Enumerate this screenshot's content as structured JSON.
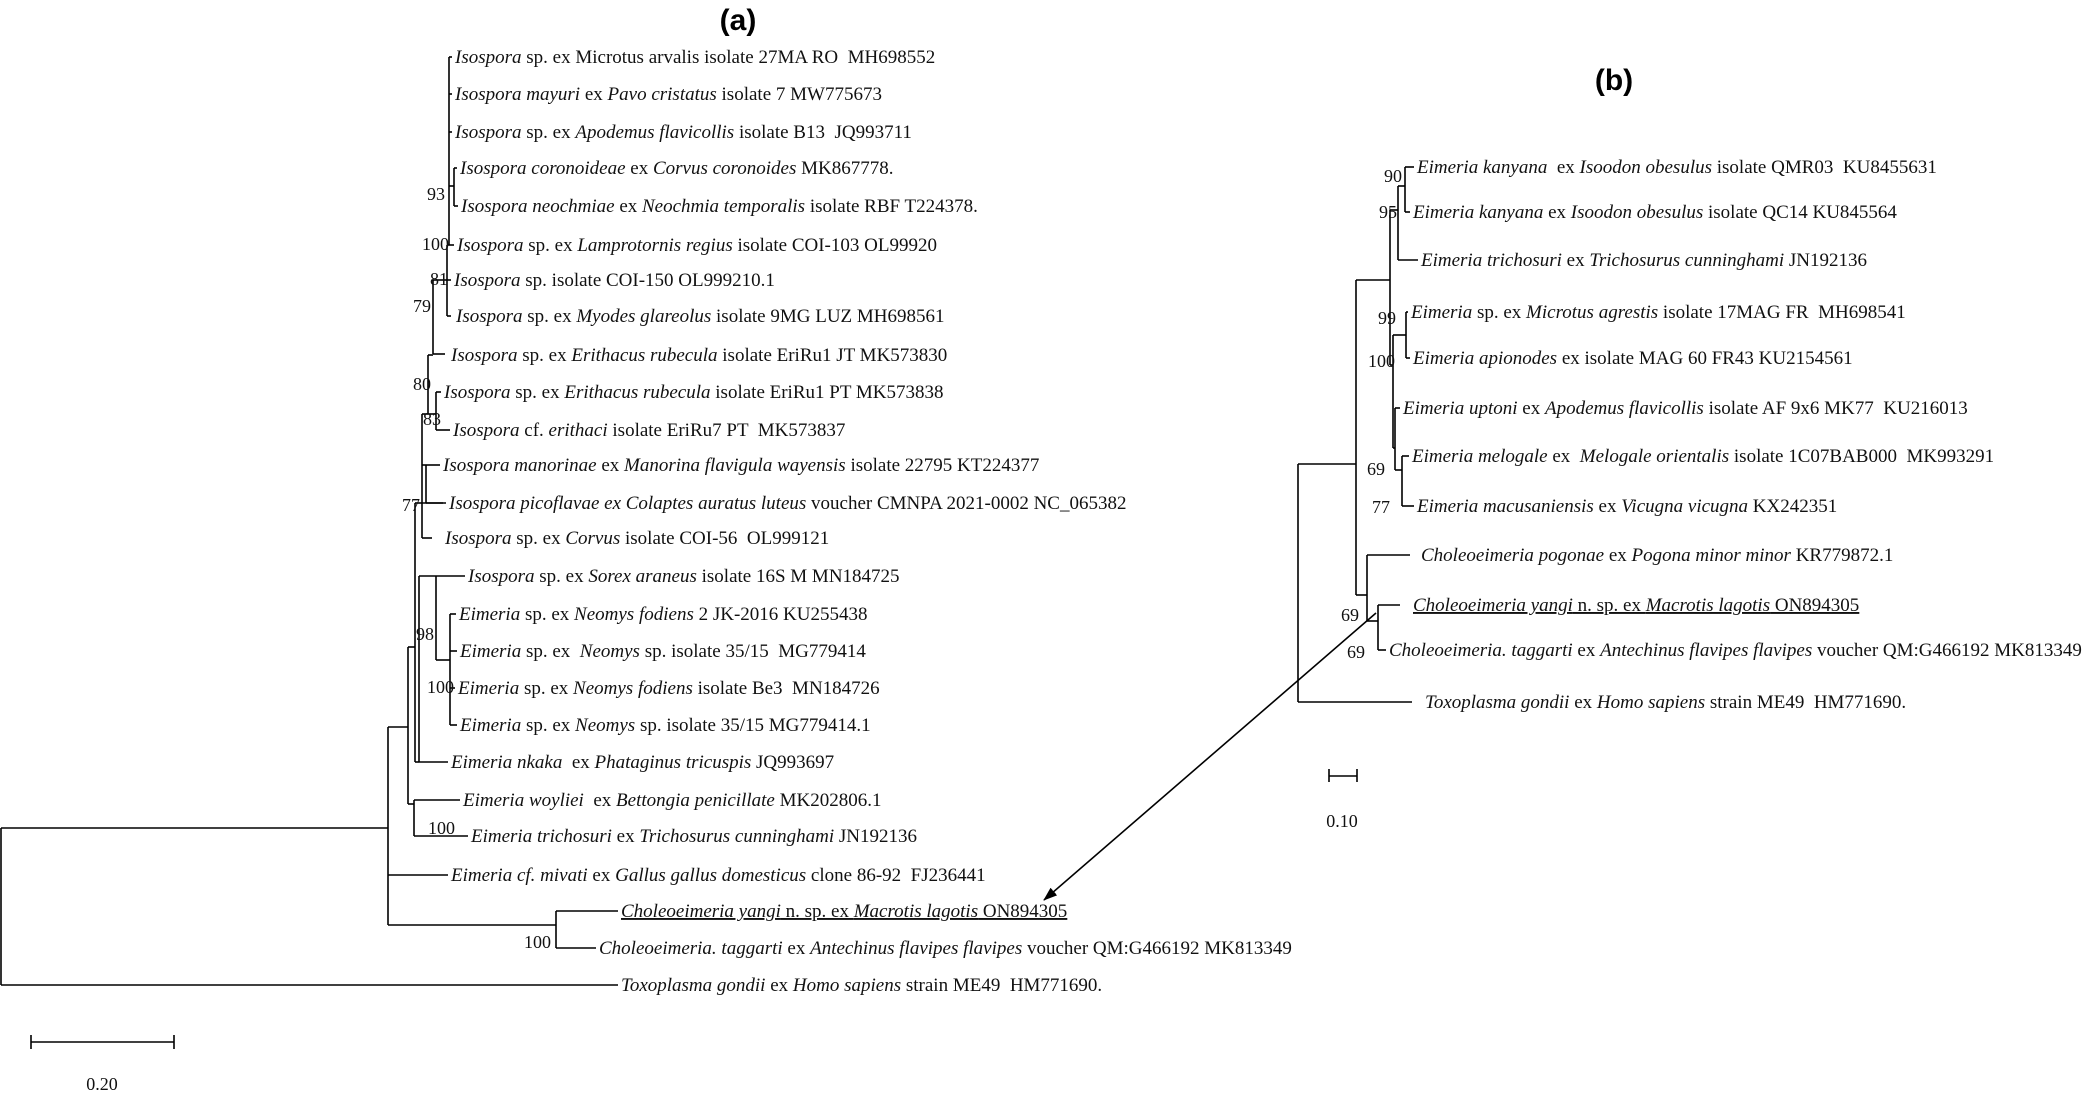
{
  "panels": {
    "a": {
      "label": "(a)",
      "scale_bar_label": "0.20",
      "taxa": [
        {
          "id": "a-isospora-microtus",
          "parts": [
            [
              "Isospora",
              true
            ],
            [
              " sp. ex Microtus arvalis isolate 27MA RO  MH698552",
              false
            ]
          ]
        },
        {
          "id": "a-isospora-mayuri",
          "parts": [
            [
              "Isospora mayuri",
              true
            ],
            [
              " ex ",
              false
            ],
            [
              "Pavo cristatus",
              true
            ],
            [
              " isolate 7 MW775673",
              false
            ]
          ]
        },
        {
          "id": "a-isospora-apodemus",
          "parts": [
            [
              "Isospora",
              true
            ],
            [
              " sp. ex ",
              false
            ],
            [
              "Apodemus flavicollis",
              true
            ],
            [
              " isolate B13  JQ993711",
              false
            ]
          ]
        },
        {
          "id": "a-isospora-coronoideae",
          "parts": [
            [
              "Isospora coronoideae",
              true
            ],
            [
              " ex ",
              false
            ],
            [
              "Corvus coronoides",
              true
            ],
            [
              " MK867778.",
              false
            ]
          ]
        },
        {
          "id": "a-isospora-neochmiae",
          "parts": [
            [
              "Isospora neochmiae",
              true
            ],
            [
              " ex ",
              false
            ],
            [
              "Neochmia temporalis",
              true
            ],
            [
              " isolate RBF T224378.",
              false
            ]
          ]
        },
        {
          "id": "a-isospora-lamprotornis",
          "parts": [
            [
              "Isospora",
              true
            ],
            [
              " sp. ex ",
              false
            ],
            [
              "Lamprotornis regius",
              true
            ],
            [
              " isolate COI-103 OL99920",
              false
            ]
          ]
        },
        {
          "id": "a-isospora-coi150",
          "parts": [
            [
              "Isospora",
              true
            ],
            [
              " sp. isolate COI-150 OL999210.1",
              false
            ]
          ]
        },
        {
          "id": "a-isospora-myodes",
          "parts": [
            [
              "Isospora",
              true
            ],
            [
              " sp. ex ",
              false
            ],
            [
              "Myodes glareolus",
              true
            ],
            [
              " isolate 9MG LUZ MH698561",
              false
            ]
          ]
        },
        {
          "id": "a-isospora-eriru1jt",
          "parts": [
            [
              "Isospora",
              true
            ],
            [
              " sp. ex ",
              false
            ],
            [
              "Erithacus rubecula",
              true
            ],
            [
              " isolate EriRu1 JT MK573830",
              false
            ]
          ]
        },
        {
          "id": "a-isospora-eriru1pt",
          "parts": [
            [
              "Isospora",
              true
            ],
            [
              " sp. ex ",
              false
            ],
            [
              "Erithacus rubecula",
              true
            ],
            [
              " isolate EriRu1 PT MK573838",
              false
            ]
          ]
        },
        {
          "id": "a-isospora-erithaci",
          "parts": [
            [
              "Isospora",
              true
            ],
            [
              " cf. ",
              false
            ],
            [
              "erithaci",
              true
            ],
            [
              " isolate EriRu7 PT  MK573837",
              false
            ]
          ]
        },
        {
          "id": "a-isospora-manorinae",
          "parts": [
            [
              "Isospora manorinae",
              true
            ],
            [
              " ex ",
              false
            ],
            [
              "Manorina flavigula wayensis",
              true
            ],
            [
              " isolate 22795 KT224377",
              false
            ]
          ]
        },
        {
          "id": "a-isospora-picoflavae",
          "parts": [
            [
              "Isospora picoflavae ex Colaptes auratus luteus",
              true
            ],
            [
              " voucher CMNPA 2021-0002 NC_065382",
              false
            ]
          ]
        },
        {
          "id": "a-isospora-corvus",
          "parts": [
            [
              "Isospora",
              true
            ],
            [
              " sp. ex ",
              false
            ],
            [
              "Corvus",
              true
            ],
            [
              " isolate COI-56  OL999121",
              false
            ]
          ]
        },
        {
          "id": "a-isospora-sorex",
          "parts": [
            [
              "Isospora",
              true
            ],
            [
              " sp. ex ",
              false
            ],
            [
              "Sorex araneus",
              true
            ],
            [
              " isolate 16S M MN184725",
              false
            ]
          ]
        },
        {
          "id": "a-eimeria-neomys-2jk",
          "parts": [
            [
              "Eimeria",
              true
            ],
            [
              " sp. ex ",
              false
            ],
            [
              "Neomys fodiens",
              true
            ],
            [
              " 2 JK-2016 KU255438",
              false
            ]
          ]
        },
        {
          "id": "a-eimeria-neomys-3515",
          "parts": [
            [
              "Eimeria",
              true
            ],
            [
              " sp. ex  ",
              false
            ],
            [
              "Neomys",
              true
            ],
            [
              " sp. isolate 35/15  MG779414",
              false
            ]
          ]
        },
        {
          "id": "a-eimeria-neomys-be3",
          "parts": [
            [
              "Eimeria",
              true
            ],
            [
              " sp. ex ",
              false
            ],
            [
              "Neomys fodiens",
              true
            ],
            [
              " isolate Be3  MN184726",
              false
            ]
          ]
        },
        {
          "id": "a-eimeria-neomys-3515-1",
          "parts": [
            [
              "Eimeria",
              true
            ],
            [
              " sp. ex ",
              false
            ],
            [
              "Neomys",
              true
            ],
            [
              " sp. isolate 35/15 MG779414.1",
              false
            ]
          ]
        },
        {
          "id": "a-eimeria-nkaka",
          "parts": [
            [
              "Eimeria nkaka",
              true
            ],
            [
              "  ex ",
              false
            ],
            [
              "Phataginus tricuspis",
              true
            ],
            [
              " JQ993697",
              false
            ]
          ]
        },
        {
          "id": "a-eimeria-woyliei",
          "parts": [
            [
              "Eimeria woyliei",
              true
            ],
            [
              "  ex ",
              false
            ],
            [
              "Bettongia penicillate",
              true
            ],
            [
              " MK202806.1",
              false
            ]
          ]
        },
        {
          "id": "a-eimeria-trichosuri",
          "parts": [
            [
              "Eimeria trichosuri",
              true
            ],
            [
              " ex ",
              false
            ],
            [
              "Trichosurus cunninghami",
              true
            ],
            [
              " JN192136",
              false
            ]
          ]
        },
        {
          "id": "a-eimeria-mivati",
          "parts": [
            [
              "Eimeria cf. mivati",
              true
            ],
            [
              " ex ",
              false
            ],
            [
              "Gallus gallus domesticus",
              true
            ],
            [
              " clone 86-92  FJ236441",
              false
            ]
          ]
        },
        {
          "id": "a-choleoeimeria-yangi",
          "underline": true,
          "parts": [
            [
              "Choleoeimeria yangi",
              true
            ],
            [
              " n. sp. ex ",
              false
            ],
            [
              "Macrotis lagotis",
              true
            ],
            [
              " ON894305",
              false
            ]
          ]
        },
        {
          "id": "a-choleoeimeria-taggarti",
          "parts": [
            [
              "Choleoeimeria. taggarti",
              true
            ],
            [
              " ex ",
              false
            ],
            [
              "Antechinus flavipes flavipes",
              true
            ],
            [
              " voucher QM:G466192 MK813349",
              false
            ]
          ]
        },
        {
          "id": "a-toxoplasma",
          "parts": [
            [
              "Toxoplasma gondii",
              true
            ],
            [
              " ex ",
              false
            ],
            [
              "Homo sapiens",
              true
            ],
            [
              " strain ME49  HM771690.",
              false
            ]
          ]
        }
      ],
      "support_values": [
        "93",
        "100",
        "81",
        "79",
        "80",
        "83",
        "77",
        "98",
        "100",
        "100",
        "100"
      ]
    },
    "b": {
      "label": "(b)",
      "scale_bar_label": "0.10",
      "taxa": [
        {
          "id": "b-eimeria-kanyana-qmr03",
          "parts": [
            [
              "Eimeria kanyana",
              true
            ],
            [
              "  ex ",
              false
            ],
            [
              "Isoodon obesulus",
              true
            ],
            [
              " isolate QMR03  KU8455631",
              false
            ]
          ]
        },
        {
          "id": "b-eimeria-kanyana-qc14",
          "parts": [
            [
              "Eimeria kanyana",
              true
            ],
            [
              " ex ",
              false
            ],
            [
              "Isoodon obesulus",
              true
            ],
            [
              " isolate QC14 KU845564",
              false
            ]
          ]
        },
        {
          "id": "b-eimeria-trichosuri",
          "parts": [
            [
              "Eimeria trichosuri",
              true
            ],
            [
              " ex ",
              false
            ],
            [
              "Trichosurus cunninghami",
              true
            ],
            [
              " JN192136",
              false
            ]
          ]
        },
        {
          "id": "b-eimeria-microtus",
          "parts": [
            [
              "Eimeria",
              true
            ],
            [
              " sp. ex ",
              false
            ],
            [
              "Microtus agrestis",
              true
            ],
            [
              " isolate 17MAG FR  MH698541",
              false
            ]
          ]
        },
        {
          "id": "b-eimeria-apionodes",
          "parts": [
            [
              "Eimeria apionodes",
              true
            ],
            [
              " ex isolate MAG 60 FR43 KU2154561",
              false
            ]
          ]
        },
        {
          "id": "b-eimeria-uptoni",
          "parts": [
            [
              "Eimeria uptoni",
              true
            ],
            [
              " ex ",
              false
            ],
            [
              "Apodemus flavicollis",
              true
            ],
            [
              " isolate AF 9x6 MK77  KU216013",
              false
            ]
          ]
        },
        {
          "id": "b-eimeria-melogale",
          "parts": [
            [
              "Eimeria melogale",
              true
            ],
            [
              " ex  ",
              false
            ],
            [
              "Melogale orientalis",
              true
            ],
            [
              " isolate 1C07BAB000  MK993291",
              false
            ]
          ]
        },
        {
          "id": "b-eimeria-macusaniensis",
          "parts": [
            [
              "Eimeria macusaniensis",
              true
            ],
            [
              " ex ",
              false
            ],
            [
              "Vicugna vicugna",
              true
            ],
            [
              " KX242351",
              false
            ]
          ]
        },
        {
          "id": "b-choleoeimeria-pogonae",
          "parts": [
            [
              "Choleoeimeria pogonae",
              true
            ],
            [
              " ex ",
              false
            ],
            [
              "Pogona minor minor",
              true
            ],
            [
              " KR779872.1",
              false
            ]
          ]
        },
        {
          "id": "b-choleoeimeria-yangi",
          "underline": true,
          "parts": [
            [
              "Choleoeimeria yangi",
              true
            ],
            [
              " n. sp. ex ",
              false
            ],
            [
              "Macrotis lagotis",
              true
            ],
            [
              " ON894305",
              false
            ]
          ]
        },
        {
          "id": "b-choleoeimeria-taggarti",
          "parts": [
            [
              "Choleoeimeria. taggarti",
              true
            ],
            [
              " ex ",
              false
            ],
            [
              "Antechinus flavipes flavipes",
              true
            ],
            [
              " voucher QM:G466192 MK813349",
              false
            ]
          ]
        },
        {
          "id": "b-toxoplasma",
          "parts": [
            [
              "Toxoplasma gondii",
              true
            ],
            [
              " ex ",
              false
            ],
            [
              "Homo sapiens",
              true
            ],
            [
              " strain ME49  HM771690.",
              false
            ]
          ]
        }
      ],
      "support_values": [
        "90",
        "95",
        "99",
        "100",
        "69",
        "77",
        "69",
        "69"
      ]
    }
  }
}
